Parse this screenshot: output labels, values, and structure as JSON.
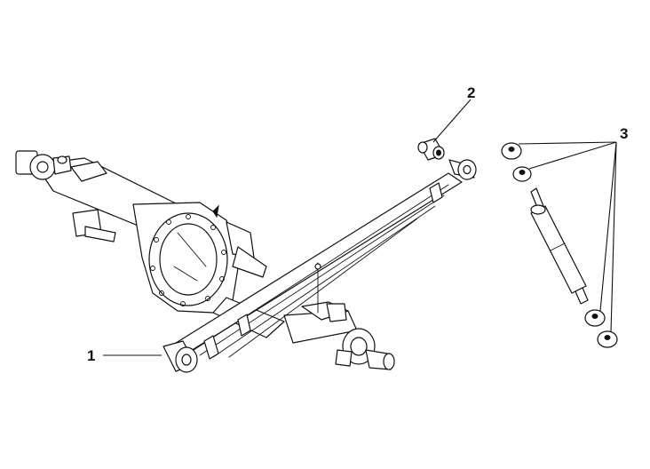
{
  "diagram": {
    "type": "exploded-parts-illustration",
    "callouts": [
      {
        "id": "1",
        "label": "1"
      },
      {
        "id": "2",
        "label": "2"
      },
      {
        "id": "3",
        "label": "3"
      }
    ],
    "line_color": "#111111",
    "background": "#ffffff"
  }
}
